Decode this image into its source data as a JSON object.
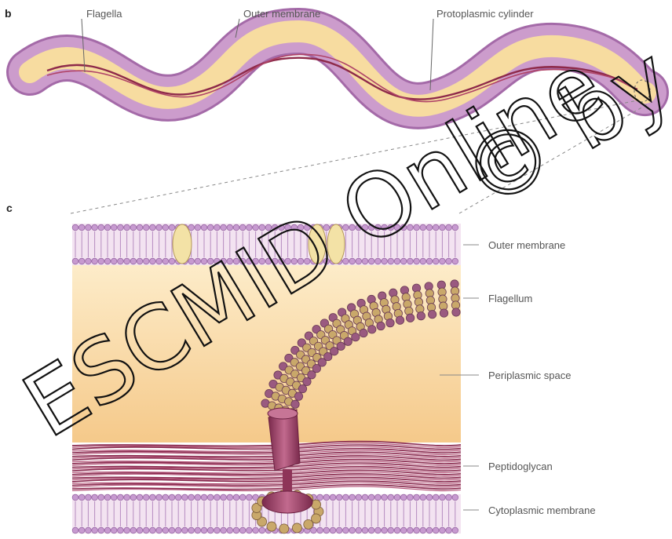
{
  "panels": {
    "b": {
      "letter": "b",
      "labels": {
        "flagella": "Flagella",
        "outer_membrane": "Outer membrane",
        "protoplasmic_cylinder": "Protoplasmic cylinder"
      }
    },
    "c": {
      "letter": "c",
      "labels": {
        "outer_membrane": "Outer membrane",
        "flagellum": "Flagellum",
        "periplasmic_space": "Periplasmic space",
        "peptidoglycan": "Peptidoglycan",
        "cytoplasmic_membrane": "Cytoplasmic membrane"
      }
    }
  },
  "watermark": {
    "line1": "ESCMID Online",
    "line2": "© by author"
  },
  "colors": {
    "outer_membrane": "#c89ac8",
    "outer_membrane_edge": "#a46aa8",
    "cylinder": "#f7dca0",
    "flagella": "#8e2a4a",
    "lipid_head": "#b889c0",
    "periplasm_top": "#fde7c2",
    "periplasm_bottom": "#f6c98a",
    "peptidoglycan": "#9a3558",
    "bead_purple": "#9a5a80",
    "bead_tan": "#c9a86a",
    "motor": "#a0466a"
  }
}
